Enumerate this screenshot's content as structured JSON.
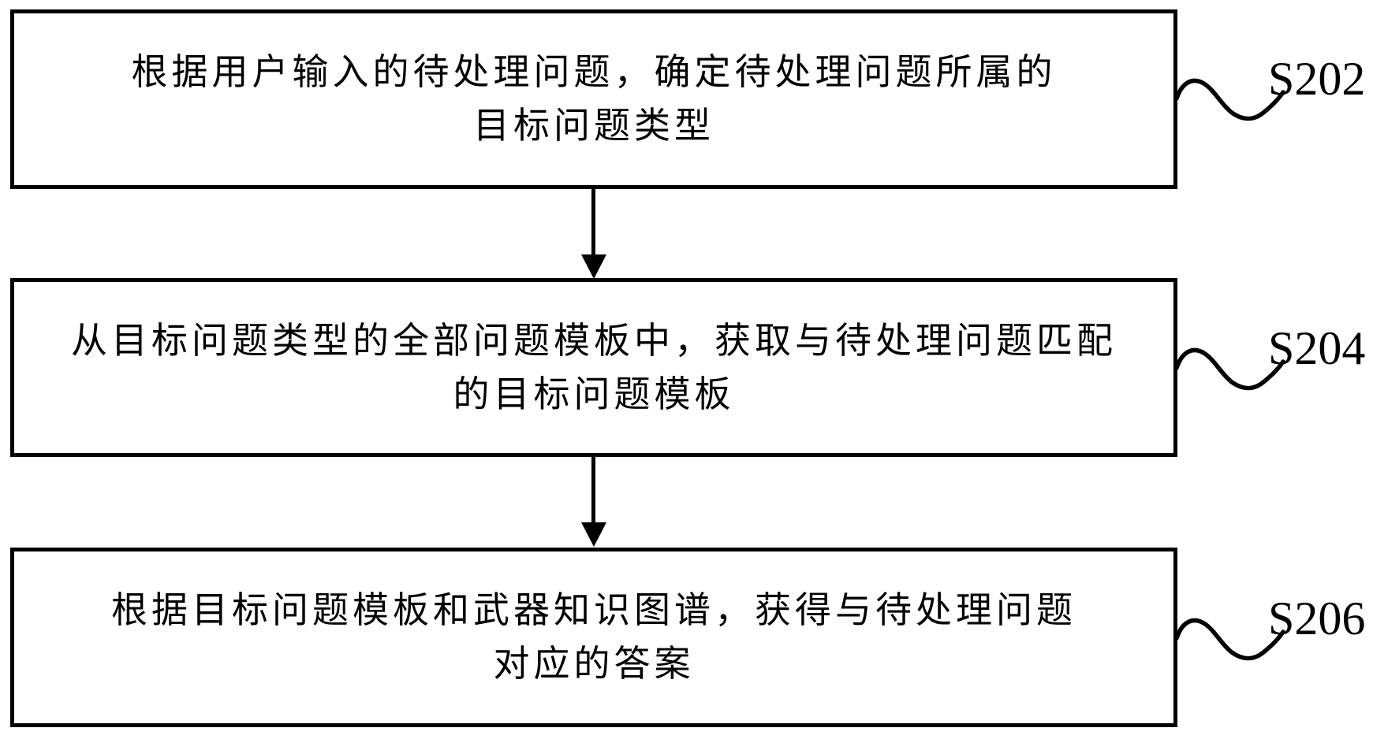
{
  "diagram": {
    "type": "flowchart",
    "direction": "top-down",
    "colors": {
      "line": "#000000",
      "background": "#ffffff"
    },
    "steps": [
      {
        "id": "S202",
        "line1": "根据用户输入的待处理问题，确定待处理问题所属的",
        "line2": "目标问题类型"
      },
      {
        "id": "S204",
        "line1": "从目标问题类型的全部问题模板中，获取与待处理问题匹配",
        "line2": "的目标问题模板"
      },
      {
        "id": "S206",
        "line1": "根据目标问题模板和武器知识图谱，获得与待处理问题",
        "line2": "对应的答案"
      }
    ]
  }
}
